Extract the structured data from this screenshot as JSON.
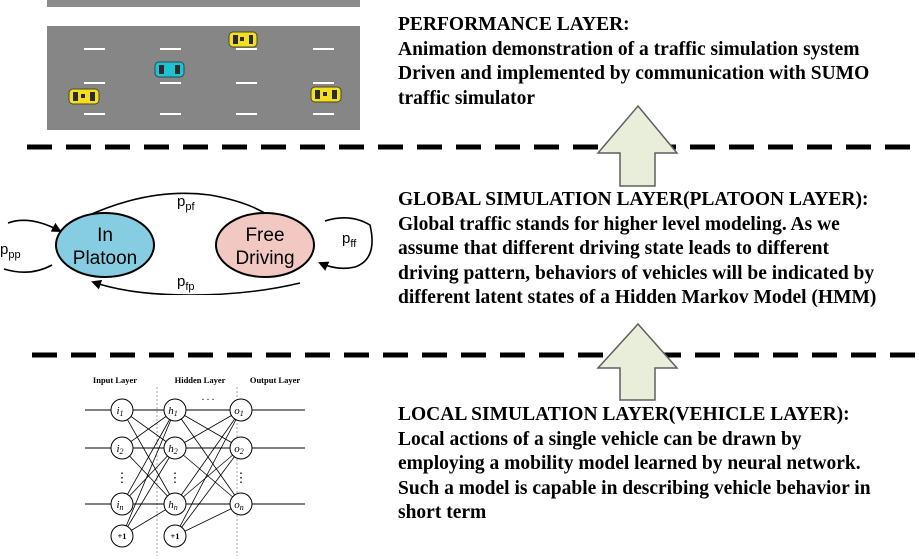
{
  "performance": {
    "title": "PERFORMANCE LAYER:",
    "lines": [
      "Animation demonstration of a traffic simulation system",
      "Driven and implemented by communication with SUMO",
      "traffic simulator"
    ]
  },
  "global": {
    "title": "GLOBAL SIMULATION LAYER(PLATOON LAYER):",
    "lines": [
      "Global traffic stands for higher level modeling. As we",
      "assume that different driving state leads to different",
      "driving pattern, behaviors of vehicles will be indicated by",
      "different latent states of a Hidden Markov Model (HMM)"
    ]
  },
  "local": {
    "title": "LOCAL SIMULATION LAYER(VEHICLE LAYER):",
    "lines": [
      "Local actions of a single vehicle can be drawn by",
      "employing a mobility model learned by neural network.",
      "Such a model is capable in describing vehicle behavior in",
      "short term"
    ]
  },
  "hmm": {
    "state_in_line1": "In",
    "state_in_line2": "Platoon",
    "state_free_line1": "Free",
    "state_free_line2": "Driving",
    "p_pf": "p",
    "p_pf_sub": "pf",
    "p_fp": "p",
    "p_fp_sub": "fp",
    "p_pp": "p",
    "p_pp_sub": "pp",
    "p_ff": "p",
    "p_ff_sub": "ff",
    "colors": {
      "in_platoon": "#87cde1",
      "free_driving": "#f2c8c2"
    }
  },
  "nn": {
    "input_header": "Input Layer",
    "hidden_header": "Hidden Layer",
    "output_header": "Output Layer",
    "i1": "i",
    "i1_sub": "1",
    "i2": "i",
    "i2_sub": "2",
    "in": "i",
    "in_sub": "n",
    "h1": "h",
    "h1_sub": "1",
    "h2": "h",
    "h2_sub": "2",
    "hn": "h",
    "hn_sub": "n",
    "o1": "o",
    "o1_sub": "1",
    "o2": "o",
    "o2_sub": "2",
    "on": "o",
    "on_sub": "n",
    "bias_in": "+1",
    "bias_hidden": "+1",
    "ellipsis_h": ". . .",
    "ellipsis_v": "⋮"
  },
  "road": {
    "colors": {
      "asphalt": "#868686",
      "lane_mark": "#ffffff",
      "car_yellow": "#f3df1e",
      "car_cyan": "#1ec3d3"
    }
  },
  "arrow_color": "#e9eedb"
}
